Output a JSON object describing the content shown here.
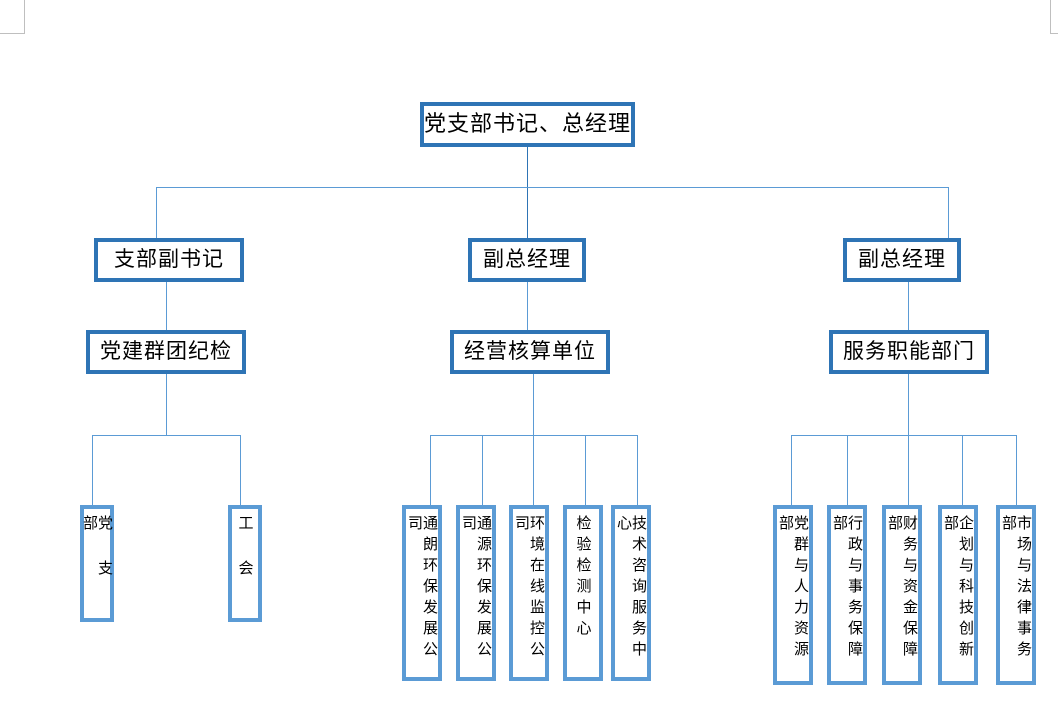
{
  "document": {
    "type": "organization-chart",
    "orientation": "top-down",
    "page_marks": [
      "margin-corner-top-left",
      "margin-corner-top-right"
    ]
  },
  "colors": {
    "primary_border": "#2e74b5",
    "secondary_border": "#5b9bd5",
    "connector": "#5b9bd5",
    "background": "#ffffff",
    "text": "#000000",
    "margin_mark": "#bfbfbf"
  },
  "chart": {
    "root": {
      "label": "党支部书记、总经理"
    },
    "branches": [
      {
        "head": {
          "label": "支部副书记"
        },
        "group": {
          "label": "党建群团纪检"
        },
        "leaves": [
          {
            "label": "党支部"
          },
          {
            "label": "工会"
          }
        ]
      },
      {
        "head": {
          "label": "副总经理"
        },
        "group": {
          "label": "经营核算单位"
        },
        "leaves": [
          {
            "label": "通朗环保发展公司"
          },
          {
            "label": "通源环保发展公司"
          },
          {
            "label": "环境在线监控公司"
          },
          {
            "label": "检验检测中心"
          },
          {
            "label": "技术咨询服务中心"
          }
        ]
      },
      {
        "head": {
          "label": "副总经理"
        },
        "group": {
          "label": "服务职能部门"
        },
        "leaves": [
          {
            "label": "党群与人力资源部"
          },
          {
            "label": "行政与事务保障部"
          },
          {
            "label": "财务与资金保障部"
          },
          {
            "label": "企划与科技创新部"
          },
          {
            "label": "市场与法律事务部"
          }
        ]
      }
    ]
  }
}
